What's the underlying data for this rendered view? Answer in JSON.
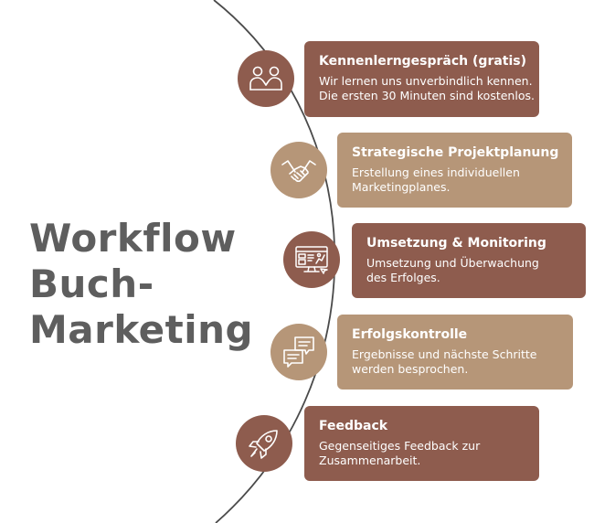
{
  "title": {
    "line1": "Workflow",
    "line2": "Buch-",
    "line3": "Marketing"
  },
  "colors": {
    "dark": "#8e5c4e",
    "light": "#b69678",
    "line": "#4a4a4a",
    "title": "#5e5e5e"
  },
  "steps": [
    {
      "title": "Kennenlerngespräch (gratis)",
      "desc": [
        "Wir lernen uns unverbindlich kennen.",
        "Die ersten 30 Minuten sind kostenlos."
      ],
      "icon": "two-people-icon",
      "tone": "dark"
    },
    {
      "title": "Strategische Projektplanung",
      "desc": [
        "Erstellung eines individuellen",
        "Marketingplanes."
      ],
      "icon": "handshake-icon",
      "tone": "light"
    },
    {
      "title": "Umsetzung & Monitoring",
      "desc": [
        "Umsetzung und Überwachung",
        "des Erfolges."
      ],
      "icon": "dashboard-monitor-icon",
      "tone": "dark"
    },
    {
      "title": "Erfolgskontrolle",
      "desc": [
        "Ergebnisse und nächste Schritte",
        "werden besprochen."
      ],
      "icon": "chat-bubbles-icon",
      "tone": "light"
    },
    {
      "title": "Feedback",
      "desc": [
        "Gegenseitiges Feedback zur",
        "Zusammenarbeit."
      ],
      "icon": "rocket-icon",
      "tone": "dark"
    }
  ]
}
